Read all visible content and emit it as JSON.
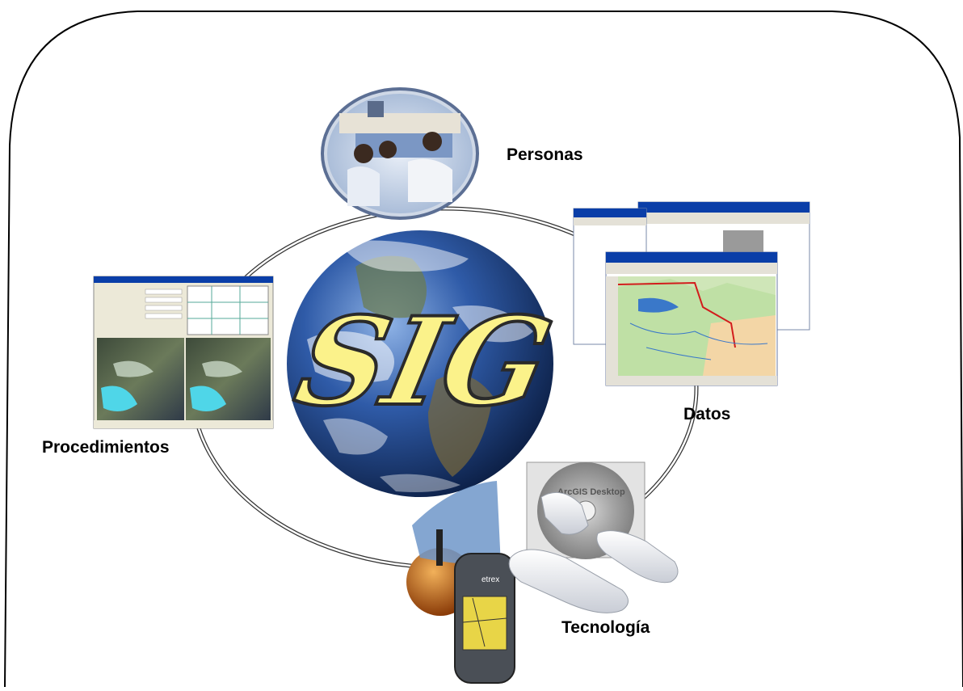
{
  "diagram": {
    "center_label": "SIG",
    "components": {
      "personas": "Personas",
      "datos": "Datos",
      "tecnologia": "Tecnología",
      "procedimientos": "Procedimientos"
    }
  },
  "colors": {
    "frame": "#000000",
    "ring": "#555555",
    "sig_fill": "#fbf28a",
    "sig_stroke": "#2a2a2a",
    "globe_ocean": "#1d3f7a",
    "window_titlebar": "#0a3ea8"
  },
  "icons": {
    "personas": "office-workers-photo",
    "datos": "gis-software-windows",
    "tecnologia": "gps-cd-usb-devices",
    "procedimientos": "satellite-processing-window"
  }
}
